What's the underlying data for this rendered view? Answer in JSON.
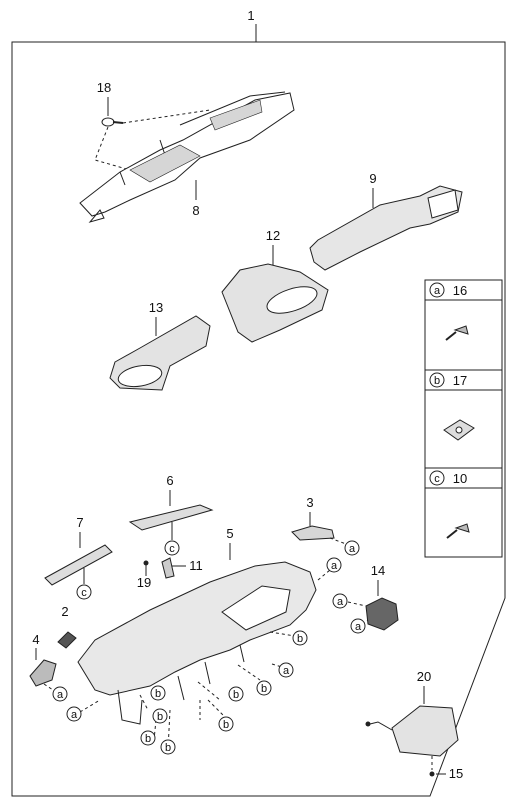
{
  "diagram": {
    "assembly_number": "1",
    "part_labels": {
      "p2": "2",
      "p3": "3",
      "p4": "4",
      "p5": "5",
      "p6": "6",
      "p7": "7",
      "p8": "8",
      "p9": "9",
      "p11": "11",
      "p12": "12",
      "p13": "13",
      "p14": "14",
      "p15": "15",
      "p18": "18",
      "p19": "19",
      "p20": "20"
    },
    "callout_letters": {
      "a": "a",
      "b": "b",
      "c": "c"
    },
    "legend": [
      {
        "letter": "a",
        "part": "16",
        "icon": "screw-icon"
      },
      {
        "letter": "b",
        "part": "17",
        "icon": "clip-nut-icon"
      },
      {
        "letter": "c",
        "part": "10",
        "icon": "screw-icon"
      }
    ]
  }
}
